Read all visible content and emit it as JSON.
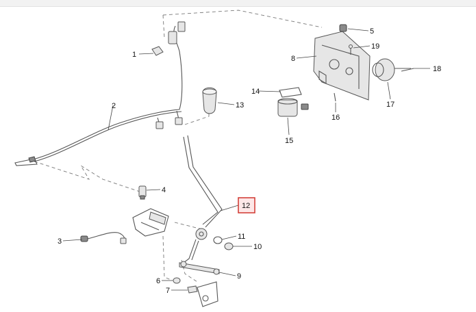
{
  "diagram": {
    "callouts": [
      {
        "id": "c1",
        "label": "1"
      },
      {
        "id": "c2",
        "label": "2"
      },
      {
        "id": "c3",
        "label": "3"
      },
      {
        "id": "c4",
        "label": "4"
      },
      {
        "id": "c5",
        "label": "5"
      },
      {
        "id": "c6",
        "label": "6"
      },
      {
        "id": "c7",
        "label": "7"
      },
      {
        "id": "c8",
        "label": "8"
      },
      {
        "id": "c9",
        "label": "9"
      },
      {
        "id": "c10",
        "label": "10"
      },
      {
        "id": "c11",
        "label": "11"
      },
      {
        "id": "c12",
        "label": "12"
      },
      {
        "id": "c13",
        "label": "13"
      },
      {
        "id": "c14",
        "label": "14"
      },
      {
        "id": "c15",
        "label": "15"
      },
      {
        "id": "c16",
        "label": "16"
      },
      {
        "id": "c17",
        "label": "17"
      },
      {
        "id": "c18",
        "label": "18"
      },
      {
        "id": "c19",
        "label": "19"
      }
    ],
    "highlighted": "12",
    "highlight_color": "#d0352f"
  }
}
